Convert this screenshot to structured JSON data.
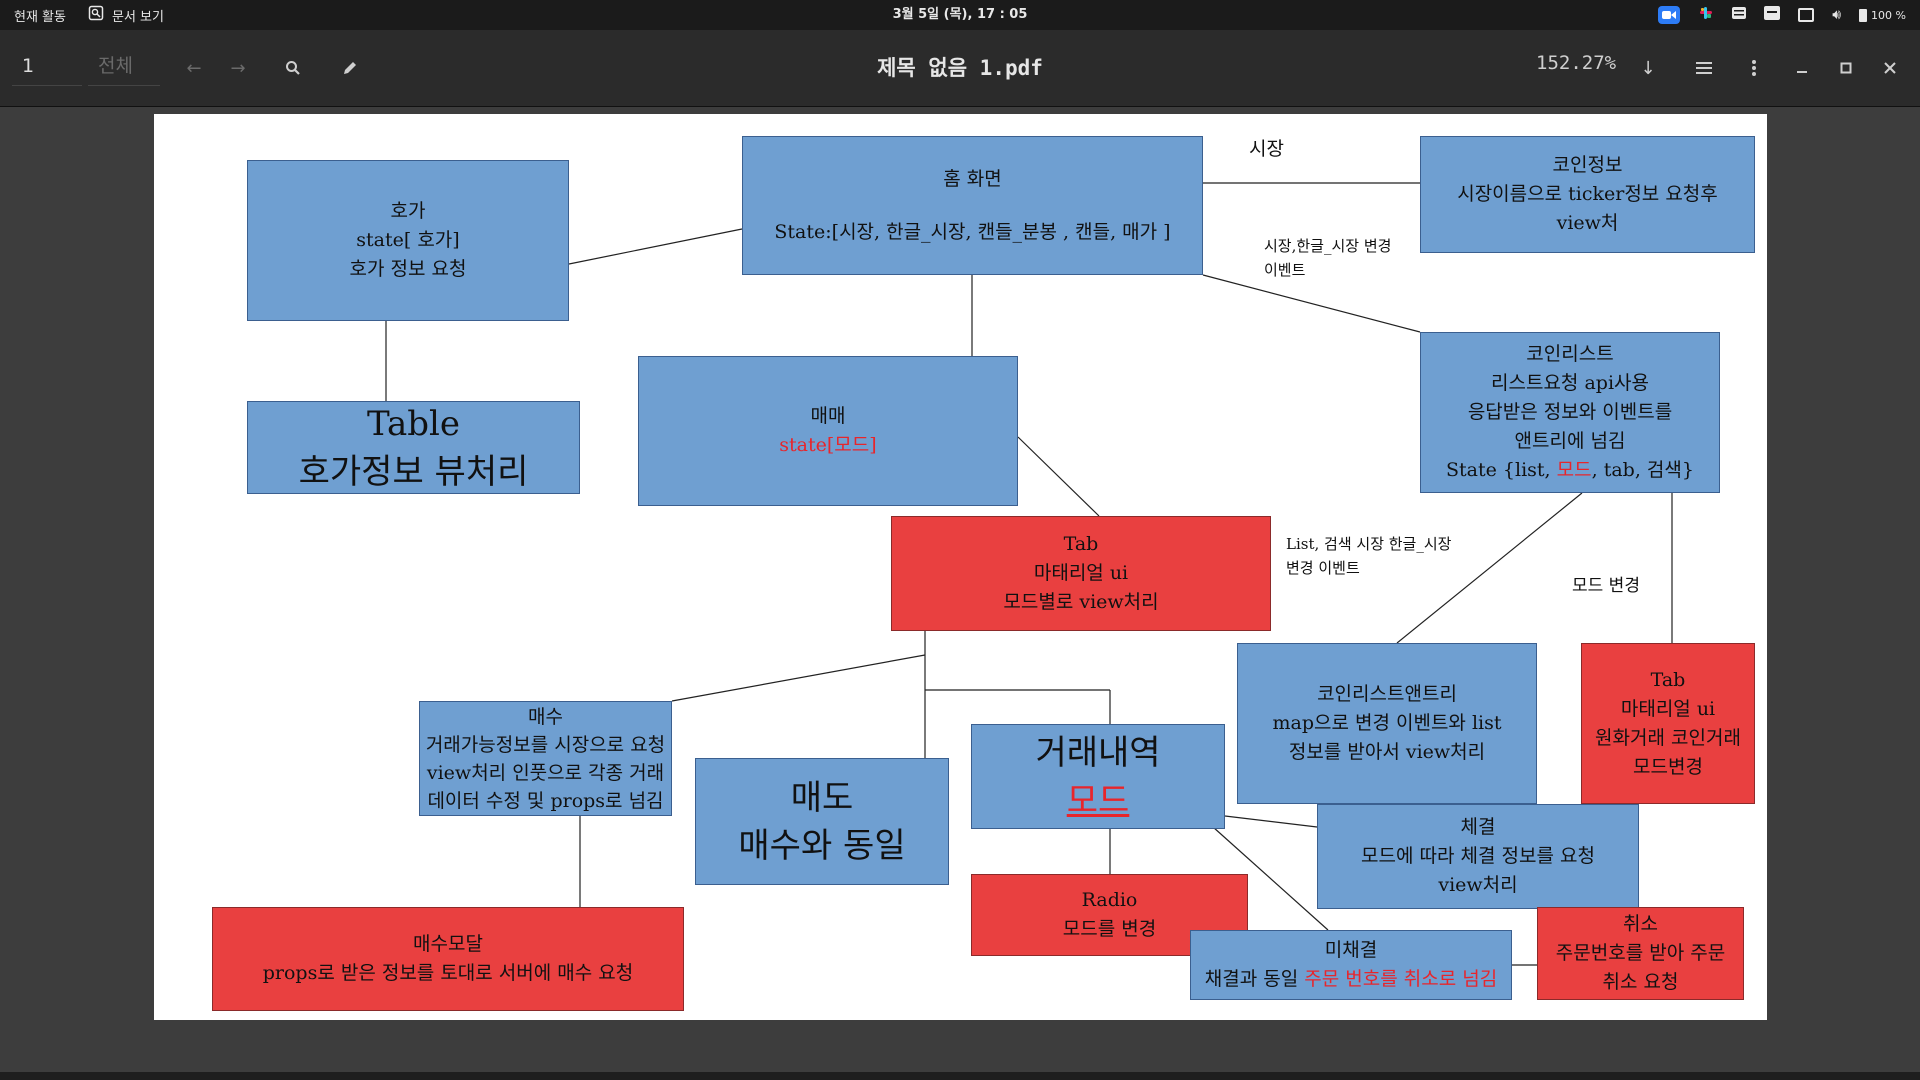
{
  "topbar": {
    "activities": "현재 활동",
    "app_name": "문서 보기",
    "clock": "3월 5일 (목), 17 : 05",
    "battery": "100 %"
  },
  "toolbar": {
    "page_number": "1",
    "page_total_placeholder": "전체",
    "title": "제목 없음 1.pdf",
    "zoom": "152.27%"
  },
  "diagram": {
    "home": {
      "title": "홈 화면",
      "state": "State:[시장, 한글_시장, 캔들_분봉 , 캔들, 매가 ]"
    },
    "hoga": {
      "l1": "호가",
      "l2": "state[ 호가]",
      "l3": "호가 정보 요청"
    },
    "table": {
      "l1": "Table",
      "l2": "호가정보 뷰처리"
    },
    "coininfo": {
      "l1": "코인정보",
      "l2": "시장이름으로 ticker정보 요청후",
      "l3": "view처"
    },
    "market_label": "시장",
    "market_event_label": {
      "l1": "시장,한글_시장 변경",
      "l2": "이벤트"
    },
    "coinlist": {
      "l1": "코인리스트",
      "l2": "리스트요청 api사용",
      "l3": "응답받은 정보와 이벤트를",
      "l4": "앤트리에 넘김",
      "l5a": "State {list, ",
      "l5b": "모드",
      "l5c": ", tab, 검색}"
    },
    "trade": {
      "l1": "매매",
      "l2": "state[모드]"
    },
    "tab_main": {
      "l1": "Tab",
      "l2": "마태리얼 ui",
      "l3": "모드별로 view처리"
    },
    "list_event_label": {
      "l1": "List, 검색 시장 한글_시장",
      "l2": "변경 이벤트"
    },
    "mode_change_label": "모드 변경",
    "coinlist_entry": {
      "l1": "코인리스트앤트리",
      "l2": "map으로 변경 이벤트와 list",
      "l3": "정보를 받아서 view처리"
    },
    "tab_right": {
      "l1": "Tab",
      "l2": "마태리얼 ui",
      "l3": "원화거래 코인거래",
      "l4": "모드변경"
    },
    "buy": {
      "l1": "매수",
      "l2": "거래가능정보를 시장으로 요청",
      "l3": "view처리 인풋으로 각종 거래",
      "l4": "데이터 수정 및 props로 넘김"
    },
    "sell": {
      "l1": "매도",
      "l2": "매수와 동일"
    },
    "history": {
      "l1": "거래내역",
      "l2": "모드"
    },
    "filled": {
      "l1": "체결",
      "l2": "모드에 따라 체결 정보를 요청",
      "l3": "view처리"
    },
    "radio": {
      "l1": "Radio",
      "l2": "모드를 변경"
    },
    "unfilled": {
      "l1": "미채결",
      "l2a": "채결과 동일 ",
      "l2b": "주문 번호를 취소로 넘김"
    },
    "cancel": {
      "l1": "취소",
      "l2": "주문번호를 받아 주문",
      "l3": "취소 요청"
    },
    "buy_modal": {
      "l1": "매수모달",
      "l2": "props로 받은 정보를 토대로 서버에 매수 요청"
    }
  }
}
